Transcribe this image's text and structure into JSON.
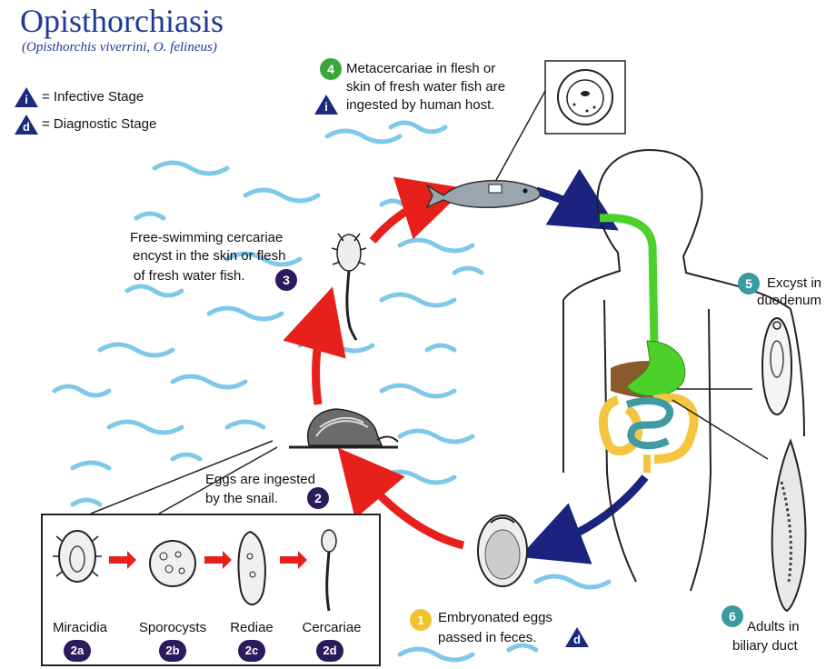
{
  "title": "Opisthorchiasis",
  "subtitle": "(Opisthorchis viverrini, O. felineus)",
  "legend": [
    {
      "symbol": "i",
      "label": "= Infective Stage"
    },
    {
      "symbol": "d",
      "label": "= Diagnostic Stage"
    }
  ],
  "steps": {
    "s1": {
      "num": "1",
      "line1": "Embryonated eggs",
      "line2": "passed in feces.",
      "marker": "d"
    },
    "s2": {
      "num": "2",
      "line1": "Eggs are ingested",
      "line2": "by the snail."
    },
    "s3": {
      "num": "3",
      "line1": "Free-swimming cercariae",
      "line2": "encyst in the skin or flesh",
      "line3": "of fresh water fish."
    },
    "s4": {
      "num": "4",
      "line1": "Metacercariae in flesh or",
      "line2": "skin of fresh water fish are",
      "line3": "ingested by human host.",
      "marker": "i"
    },
    "s5": {
      "num": "5",
      "line1": "Excyst in",
      "line2": "duodenum"
    },
    "s6": {
      "num": "6",
      "line1": "Adults in",
      "line2": "biliary duct"
    }
  },
  "snail_stages": [
    {
      "label": "Miracidia",
      "num": "2a"
    },
    {
      "label": "Sporocysts",
      "num": "2b"
    },
    {
      "label": "Rediae",
      "num": "2c"
    },
    {
      "label": "Cercariae",
      "num": "2d"
    }
  ],
  "colors": {
    "title": "#1f3a93",
    "red_arrow": "#e8201c",
    "blue_arrow": "#1a237e",
    "water": "#7fc8ea",
    "gut_green": "#4cd12b",
    "intestine_yellow": "#f5c542",
    "intestine_teal": "#3f9aa3",
    "liver_brown": "#8a5a2b"
  }
}
